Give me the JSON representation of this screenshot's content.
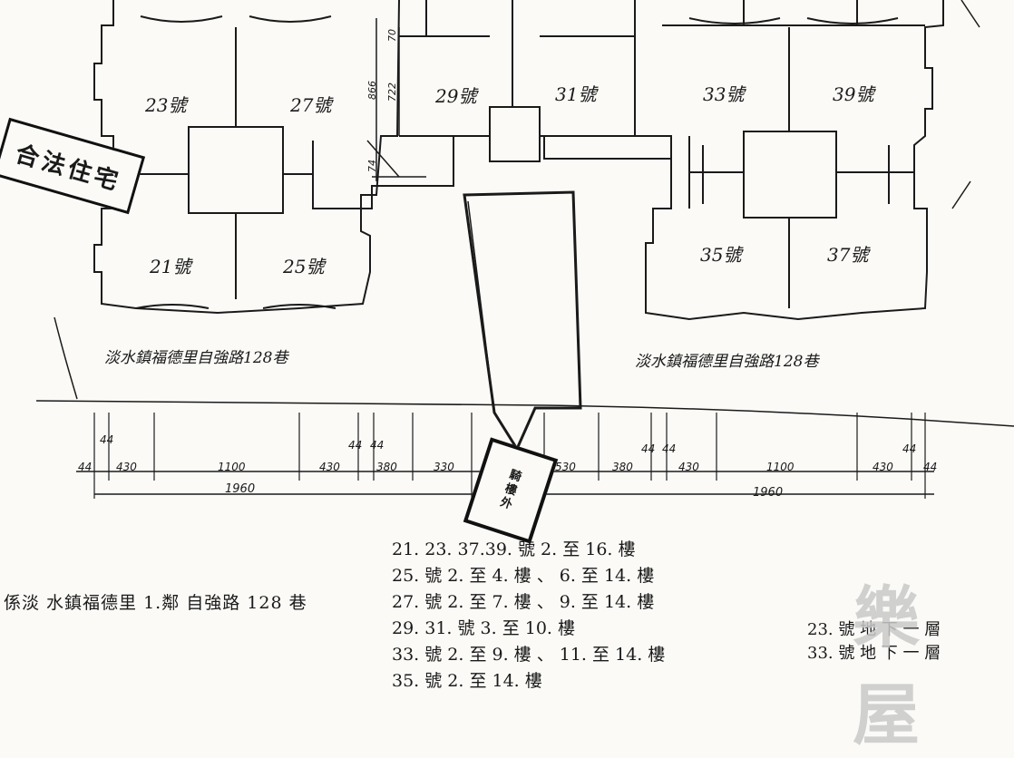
{
  "units": {
    "u23": "23號",
    "u27": "27號",
    "u21": "21號",
    "u25": "25號",
    "u29": "29號",
    "u31": "31號",
    "u33": "33號",
    "u39": "39號",
    "u35": "35號",
    "u37": "37號"
  },
  "road_labels": {
    "left": "淡水鎮福德里自強路128巷",
    "right": "淡水鎮福德里自強路128巷"
  },
  "dimensions": {
    "top_row": [
      "44",
      "430",
      "1100",
      "430",
      "380",
      "330",
      "530",
      "380",
      "430",
      "1100",
      "430"
    ],
    "small_ticks": [
      "44",
      "44",
      "44",
      "44",
      "44",
      "44",
      "44"
    ],
    "totals": [
      "1960",
      "1960"
    ],
    "vertical": [
      "866",
      "70",
      "722",
      "74"
    ]
  },
  "stamps": {
    "left": "合法住宅",
    "middle": [
      "騎",
      "樓",
      "外"
    ]
  },
  "address": "係淡 水鎮福德里 1.鄰 自強路 128 巷",
  "floor_notes": [
    "21. 23. 37.39. 號 2. 至 16. 樓",
    "25. 號 2. 至 4. 樓 、 6. 至 14. 樓",
    "27. 號 2. 至 7. 樓 、 9. 至 14. 樓",
    "29. 31. 號 3. 至 10. 樓",
    "33. 號 2. 至 9. 樓 、 11. 至 14. 樓",
    "35. 號 2. 至 14. 樓"
  ],
  "basement_notes": [
    "23. 號 地 下 一 層",
    "33. 號 地 下 一 層"
  ],
  "watermark": "樂屋"
}
